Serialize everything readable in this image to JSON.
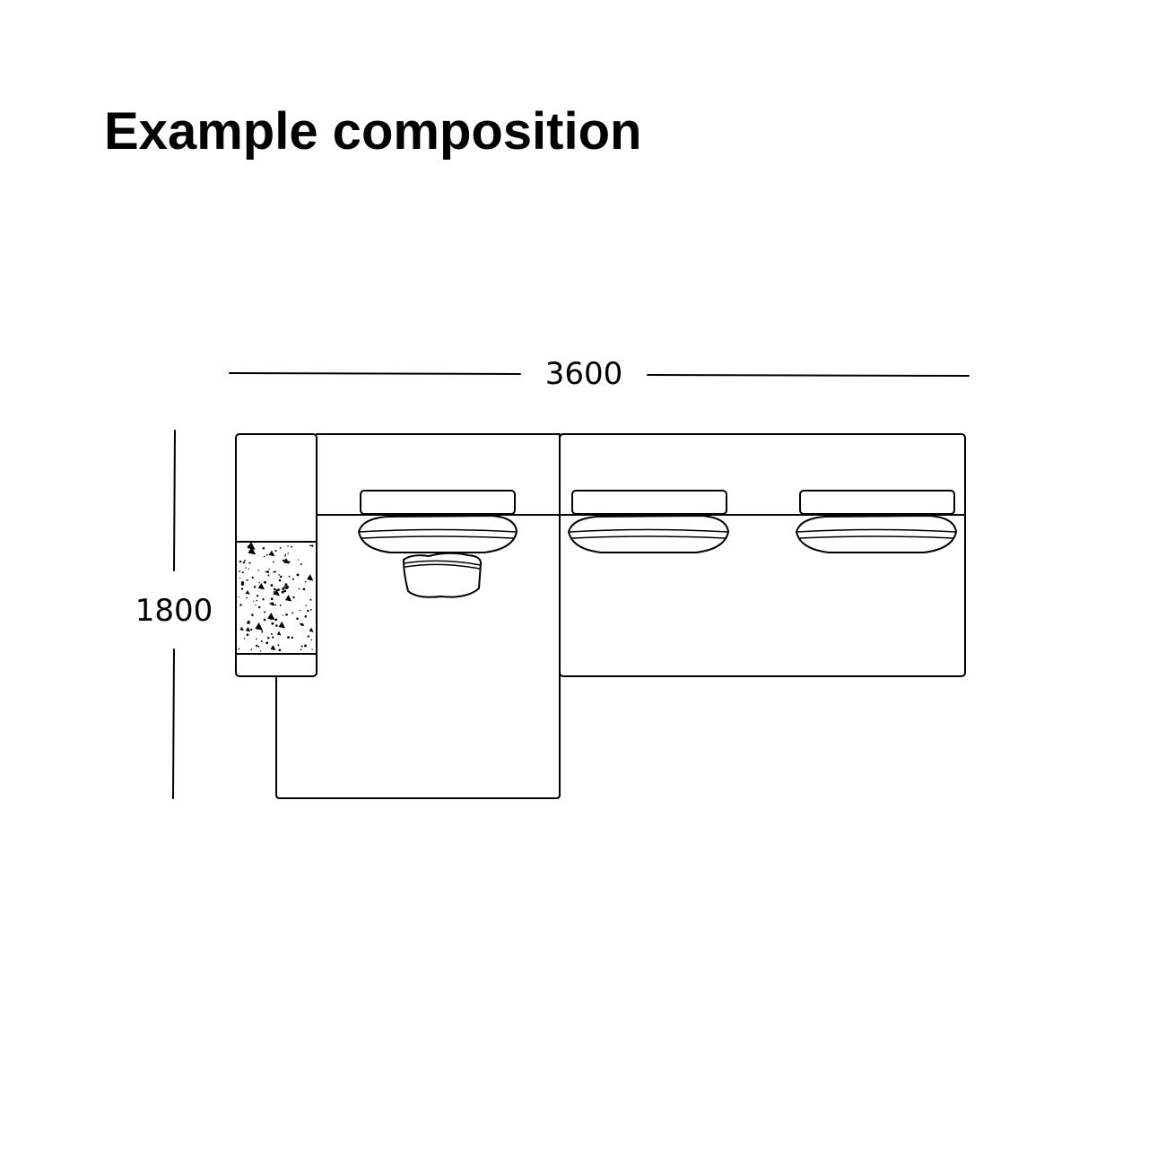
{
  "title": "Example composition",
  "dimensions": {
    "width": "3600",
    "depth": "1800"
  },
  "colors": {
    "stroke": "#000000",
    "background": "#ffffff"
  }
}
